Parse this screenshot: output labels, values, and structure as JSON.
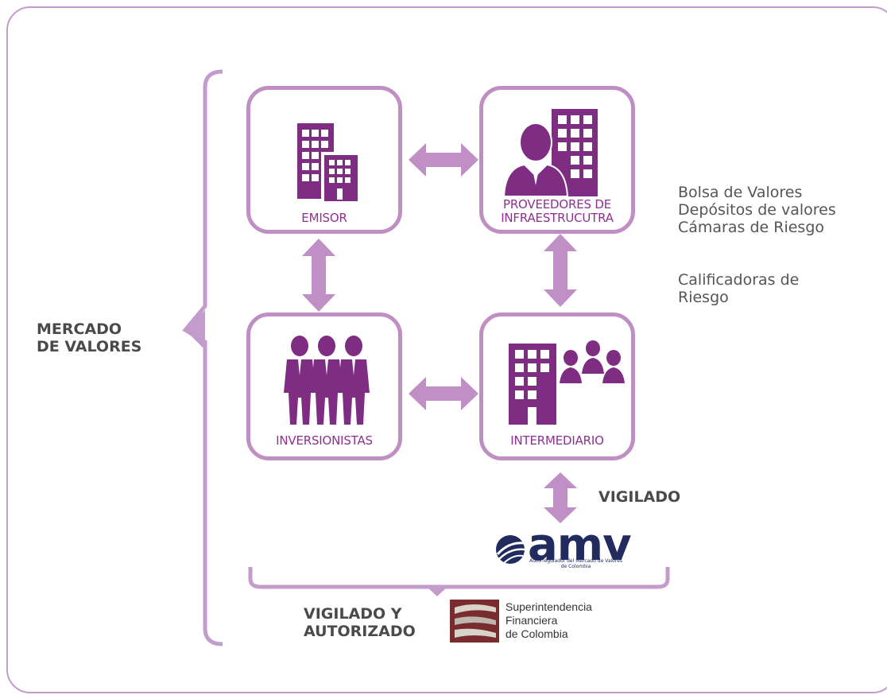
{
  "nodes": {
    "emisor": "EMISOR",
    "proveedores_line1": "PROVEEDORES DE",
    "proveedores_line2": "INFRAESTRUCUTRA",
    "inversionistas": "INVERSIONISTAS",
    "intermediario": "INTERMEDIARIO"
  },
  "mercado_label": {
    "line1": "MERCADO",
    "line2": "DE VALORES"
  },
  "infraestructura_list": [
    "Bolsa de Valores",
    "Depósitos de valores",
    "Cámaras de Riesgo"
  ],
  "calificadoras": {
    "line1": "Calificadoras de",
    "line2": "Riesgo"
  },
  "vigilado": "VIGILADO",
  "vigilado_autorizado": {
    "line1": "VIGILADO Y",
    "line2": "AUTORIZADO"
  },
  "amv_logo": {
    "word": "amv",
    "subtitle_line1": "Autorregulador del Mercado de Valores",
    "subtitle_line2": "de Colombia"
  },
  "sfc_logo": {
    "line1": "Superintendencia",
    "line2": "Financiera",
    "line3": "de Colombia"
  },
  "colors": {
    "purple_dark": "#7e2d82",
    "purple_light": "#bf8fc4",
    "arrow": "#c08fc6",
    "text_gray": "#555555",
    "amv_blue": "#222b5e"
  }
}
